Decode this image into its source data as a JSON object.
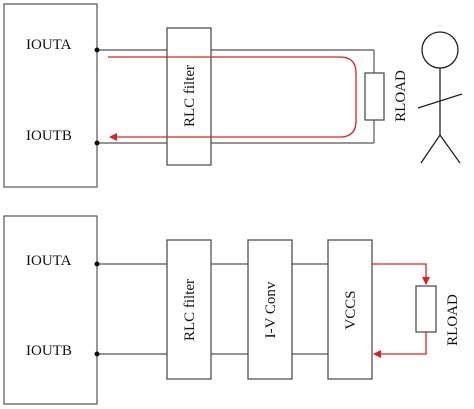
{
  "top": {
    "terminals": [
      "IOUTA",
      "IOUTB"
    ],
    "filter_label": "RLC filter",
    "load_label": "RLOAD"
  },
  "bottom": {
    "terminals": [
      "IOUTA",
      "IOUTB"
    ],
    "blocks": [
      "RLC filter",
      "I-V Conv",
      "VCCS"
    ],
    "load_label": "RLOAD"
  },
  "colors": {
    "current_path": "#e0201f",
    "wires": "#555555"
  },
  "icons": [
    "person-icon",
    "resistor-icon",
    "terminal-dot-icon",
    "arrowhead-icon"
  ]
}
